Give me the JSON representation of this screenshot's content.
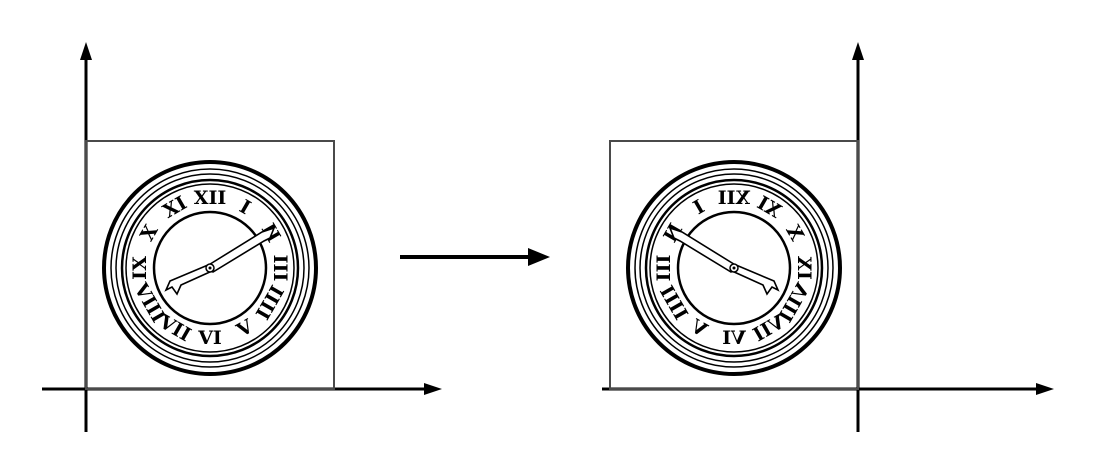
{
  "clock": {
    "numerals": [
      "XII",
      "I",
      "II",
      "III",
      "IIII",
      "V",
      "VI",
      "VII",
      "VIII",
      "IX",
      "X",
      "XI"
    ]
  },
  "diagram": {
    "left_panel": "original",
    "right_panel": "horizontally-mirrored",
    "transform_arrow": "right-arrow"
  },
  "colors": {
    "ink": "#000000",
    "frame": "#4a4a4a",
    "background": "#ffffff"
  }
}
